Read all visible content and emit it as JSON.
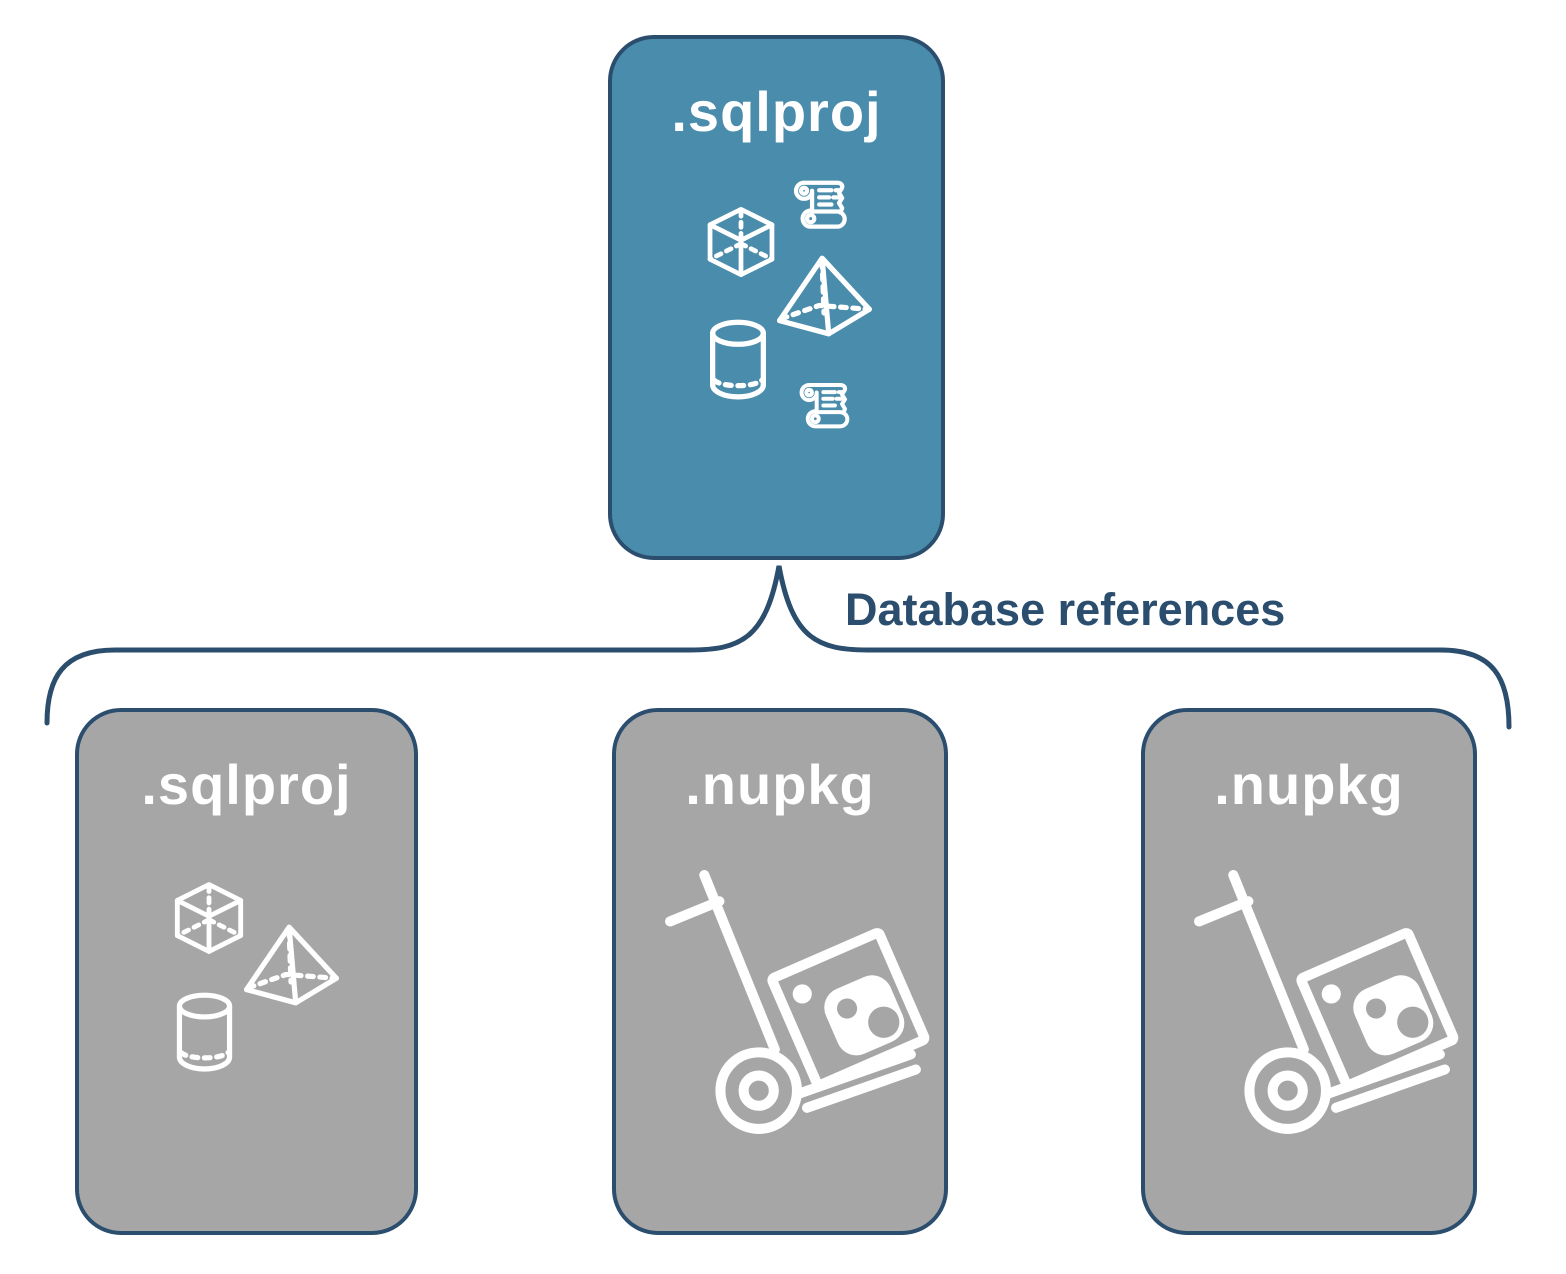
{
  "colors": {
    "background": "#ffffff",
    "parent_fill": "#4a8cab",
    "child_fill": "#a6a6a6",
    "accent": "#2b4d6e",
    "icon": "#ffffff"
  },
  "diagram": {
    "parent_card": {
      "label": ".sqlproj",
      "icons": [
        "scroll-icon",
        "cube-icon",
        "pyramid-icon",
        "cylinder-icon",
        "scroll-icon"
      ]
    },
    "connector": {
      "label": "Database references"
    },
    "child_cards": [
      {
        "label": ".sqlproj",
        "icons": [
          "cube-icon",
          "pyramid-icon",
          "cylinder-icon"
        ]
      },
      {
        "label": ".nupkg",
        "icons": [
          "nuget-trolley-icon"
        ]
      },
      {
        "label": ".nupkg",
        "icons": [
          "nuget-trolley-icon"
        ]
      }
    ]
  }
}
